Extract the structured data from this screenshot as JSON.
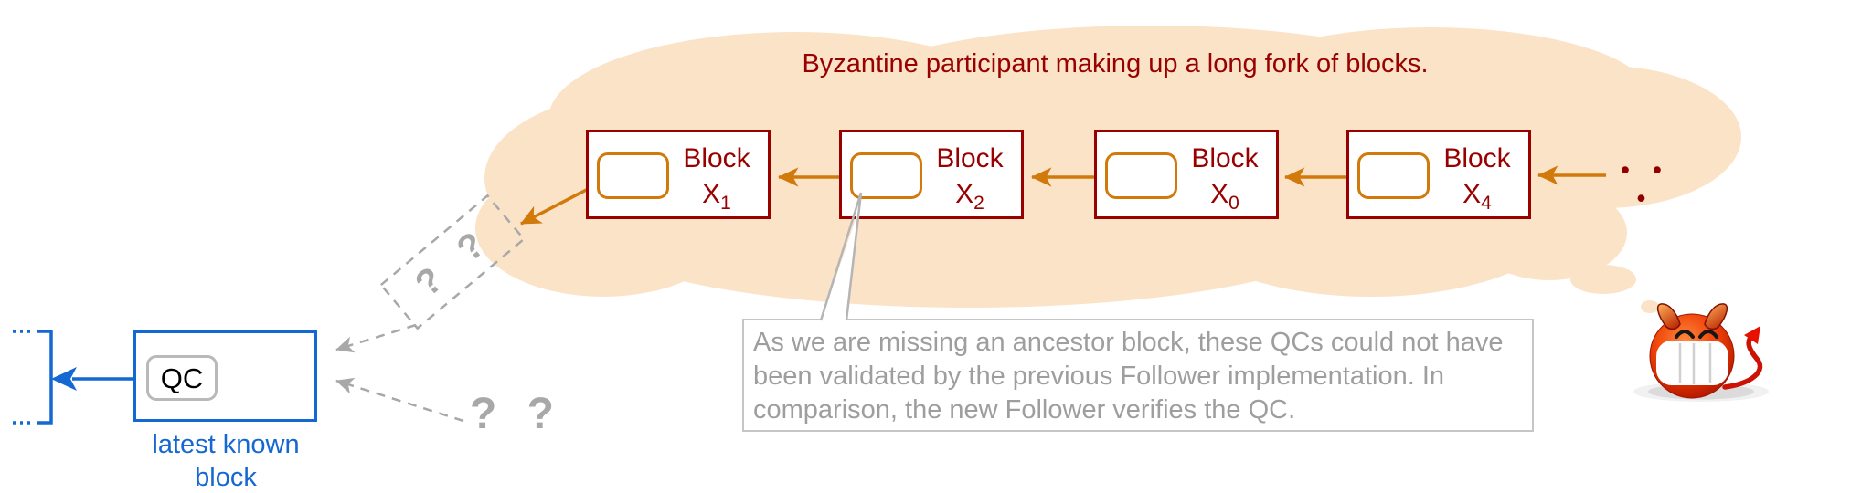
{
  "diagram": {
    "thought_cloud": {
      "title": "Byzantine participant making up a long fork of blocks.",
      "blocks": [
        {
          "label": "Block",
          "var": "X",
          "sub": "1"
        },
        {
          "label": "Block",
          "var": "X",
          "sub": "2"
        },
        {
          "label": "Block",
          "var": "X",
          "sub": "0"
        },
        {
          "label": "Block",
          "var": "X",
          "sub": "4"
        }
      ],
      "ellipsis": "• • •"
    },
    "known_chain": {
      "qc_label": "QC",
      "caption": "latest known block"
    },
    "uncertainty": {
      "boxed_question_marks": "? ?",
      "floating_question_marks": "? ?"
    },
    "annotation": {
      "lines": [
        "As we are missing an ancestor block, these QCs could not have",
        "been validated by the previous Follower implementation. In",
        "comparison, the new Follower verifies the QC."
      ]
    },
    "icons": {
      "devil": "grinning-devil-emoji"
    },
    "colors": {
      "dark_red": "#990000",
      "orange": "#D1790B",
      "cloud_peach": "#FBE3C8",
      "blue": "#1468D2",
      "gray": "#A8A8A8",
      "annotation_text": "#9E9E9E"
    }
  }
}
